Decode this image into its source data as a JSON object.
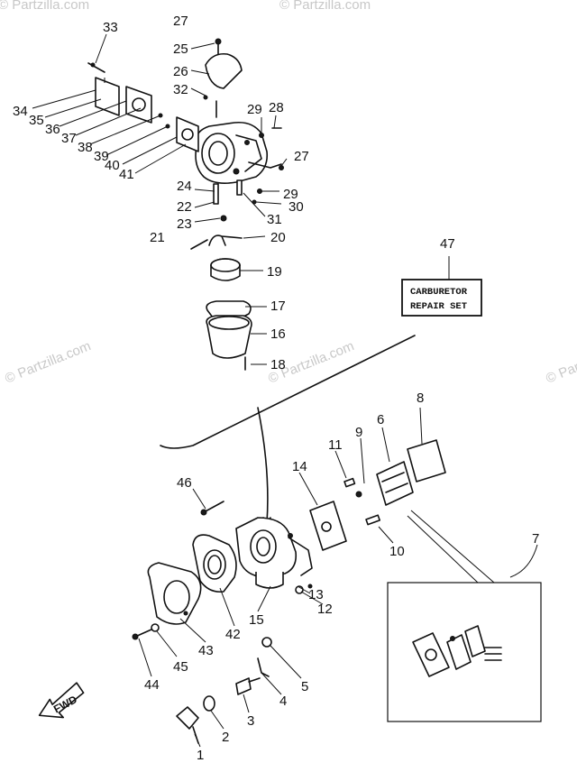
{
  "watermark": "© Partzilla.com",
  "callout_box": {
    "line1": "CARBURETOR",
    "line2": "REPAIR SET"
  },
  "fwd": "FWD",
  "labels": {
    "l1": "1",
    "l2": "2",
    "l3": "3",
    "l4": "4",
    "l5": "5",
    "l6": "6",
    "l7": "7",
    "l8": "8",
    "l9": "9",
    "l10": "10",
    "l11": "11",
    "l12": "12",
    "l13": "13",
    "l14": "14",
    "l15": "15",
    "l16": "16",
    "l17": "17",
    "l18": "18",
    "l19": "19",
    "l20": "20",
    "l21": "21",
    "l22": "22",
    "l23": "23",
    "l24": "24",
    "l25": "25",
    "l26": "26",
    "l27": "27",
    "l27b": "27",
    "l28": "28",
    "l29": "29",
    "l29b": "29",
    "l30": "30",
    "l31": "31",
    "l32": "32",
    "l33": "33",
    "l34": "34",
    "l35": "35",
    "l36": "36",
    "l37": "37",
    "l38": "38",
    "l39": "39",
    "l40": "40",
    "l41": "41",
    "l42": "42",
    "l43": "43",
    "l44": "44",
    "l45": "45",
    "l46": "46",
    "l47": "47"
  }
}
